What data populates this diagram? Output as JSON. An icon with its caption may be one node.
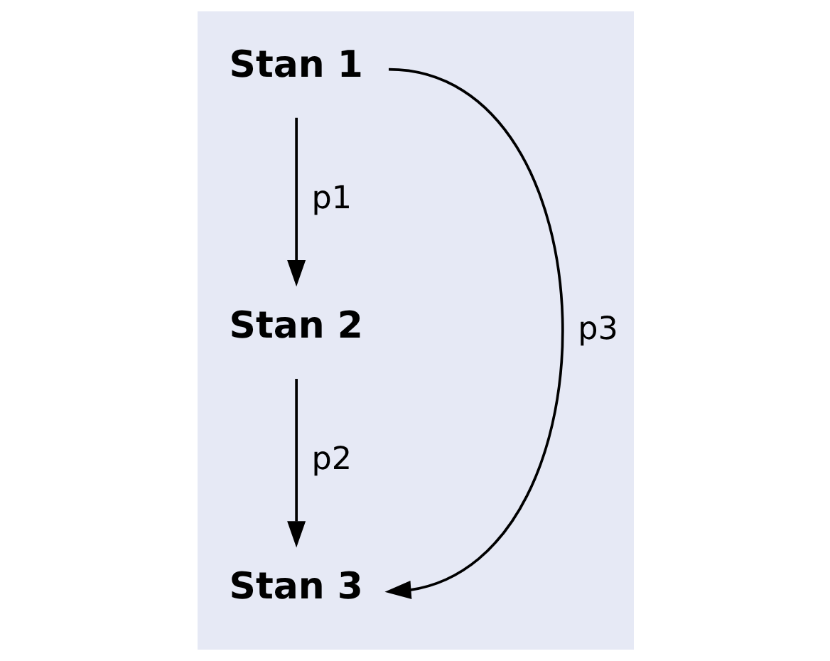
{
  "diagram": {
    "nodes": [
      {
        "text": [
          "Stan 1"
        ]
      },
      {
        "text": [
          "Stan 2"
        ]
      },
      {
        "text": [
          "Stan 3"
        ]
      }
    ],
    "edges": [
      {
        "from": 0,
        "to": 1,
        "arrow": "to",
        "label": "p1"
      },
      {
        "from": 1,
        "to": 2,
        "arrow": "to",
        "label": "p2"
      },
      {
        "from": 0,
        "to": 2,
        "arrow": "to",
        "label": "p3"
      }
    ]
  }
}
